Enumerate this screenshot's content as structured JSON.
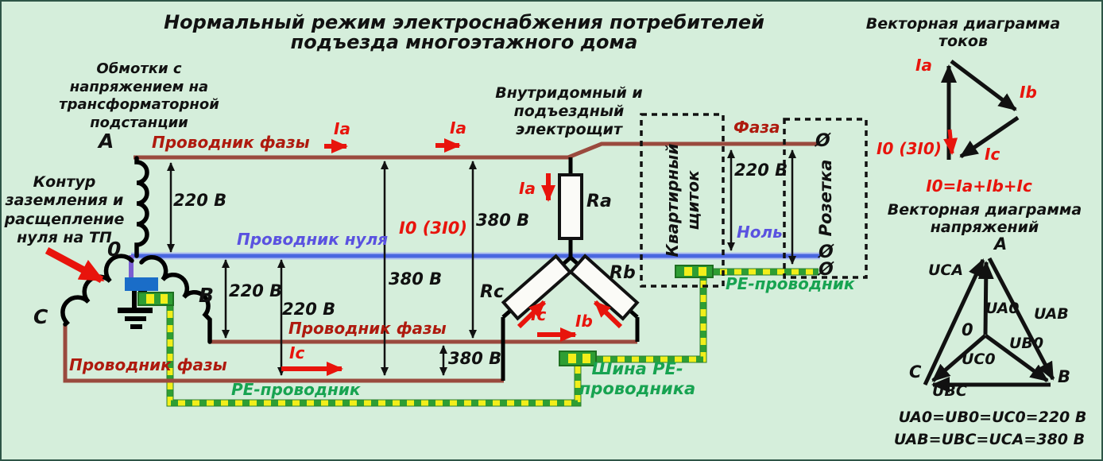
{
  "title": [
    "Нормальный режим электроснабжения потребителей",
    "подъезда многоэтажного дома"
  ],
  "transformer": {
    "winding_label": [
      "Обмотки с",
      "напряжением на",
      "трансформаторной",
      "подстанции"
    ],
    "ground_label": [
      "Контур",
      "заземления и",
      "расщепление",
      "нуля на ТП"
    ],
    "a": "А",
    "o": "0",
    "b": "В",
    "c": "С"
  },
  "conductors": {
    "phase": "Проводник фазы",
    "neutral": "Проводник нуля",
    "pe": "PE-проводник",
    "pe_bus": [
      "Шина PE-",
      "проводника"
    ],
    "phase_short": "Фаза",
    "neutral_short": "Ноль"
  },
  "panels": {
    "main": [
      "Внутридомный и",
      "подъездный",
      "электрощит"
    ],
    "apartment": [
      "Квартирный",
      "щиток"
    ],
    "socket": "Розетка",
    "socket_contact": "Ø"
  },
  "loads": {
    "ra": "Ra",
    "rb": "Rb",
    "rc": "Rc"
  },
  "currents": {
    "ia": "Ia",
    "ib": "Ib",
    "ic": "Ic",
    "i0": "I0 (3I0)",
    "sum": "I0=Ia+Ib+Ic"
  },
  "voltages": {
    "v220": "220 В",
    "v380": "380 В"
  },
  "vectors": {
    "currents_title": [
      "Векторная диаграмма",
      "токов"
    ],
    "voltages_title": [
      "Векторная диаграмма",
      "напряжений"
    ],
    "nodes": {
      "a": "А",
      "b": "B",
      "c": "C",
      "o": "0"
    },
    "u": {
      "uca": "UCA",
      "uab": "UAB",
      "ubc": "UBC",
      "ua0": "UA0",
      "ub0": "UB0",
      "uc0": "UC0"
    },
    "eq": [
      "UA0=UB0=UC0=220 В",
      "UAB=UBC=UCA=380 В"
    ]
  },
  "colors": {
    "background": "#d5eedb",
    "phase_wire": "#9a4a3e",
    "neutral_wire": "#4a67e0",
    "pe_yellow": "#f2ee1a",
    "pe_green": "#2e9e33",
    "current_red": "#e8140c",
    "phase_text": "#ae1a0e",
    "pe_text": "#17a351",
    "neutral_text": "#5a52e0",
    "terminal_block": "#1a6dc8"
  }
}
